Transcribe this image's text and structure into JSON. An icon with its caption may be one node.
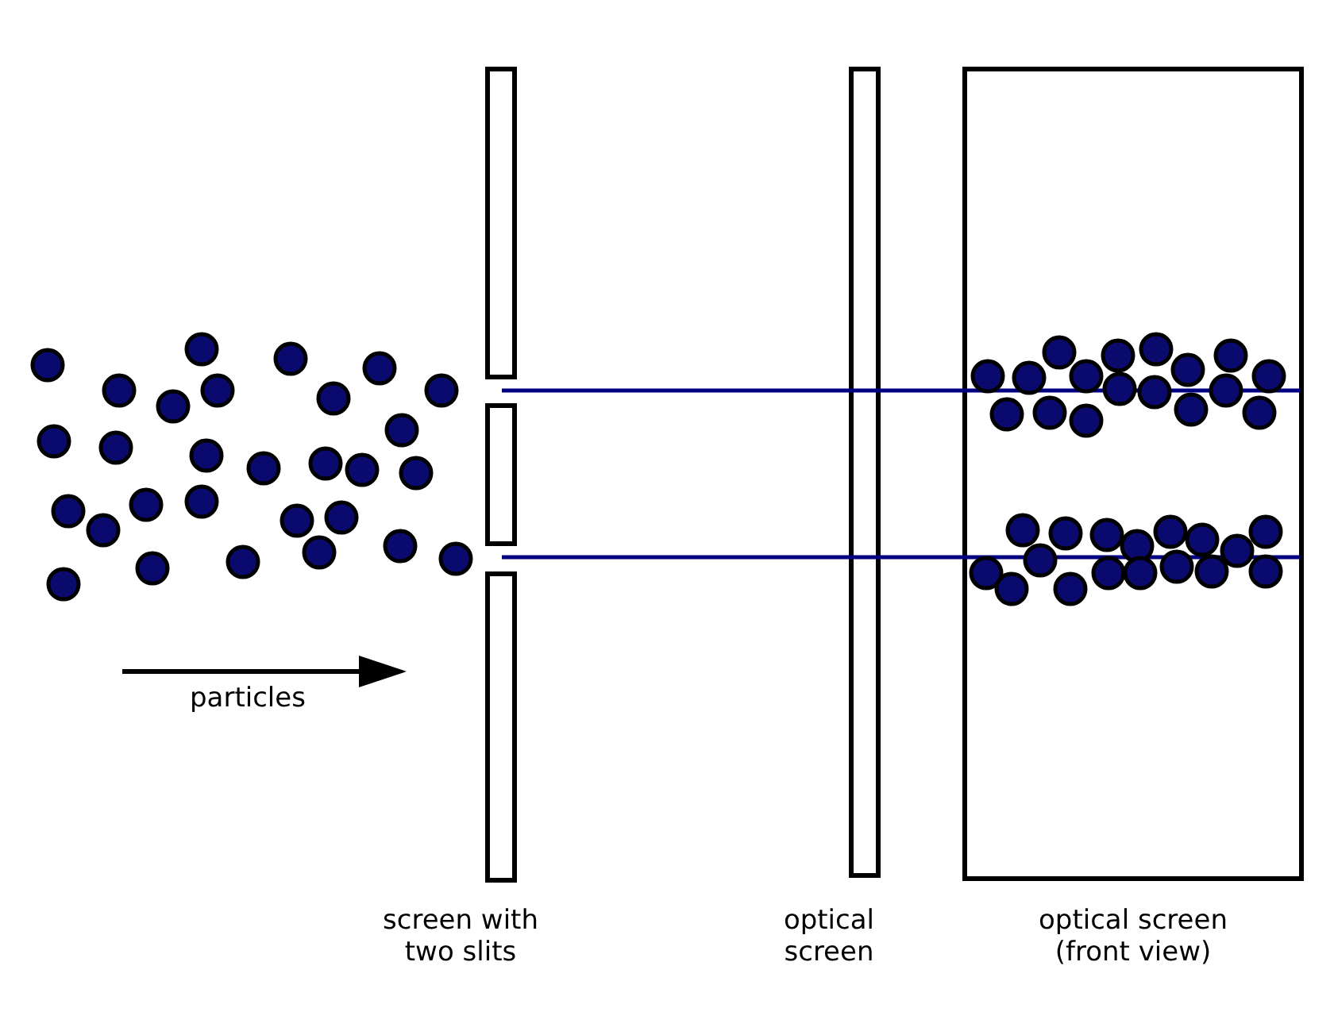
{
  "diagram": {
    "nodes": [
      {
        "text": [
          "screen with two slits"
        ]
      },
      {
        "text": [
          "optical screen"
        ]
      },
      {
        "text": [
          "optical screen (front view)"
        ]
      }
    ],
    "labels": [
      "particles"
    ]
  }
}
